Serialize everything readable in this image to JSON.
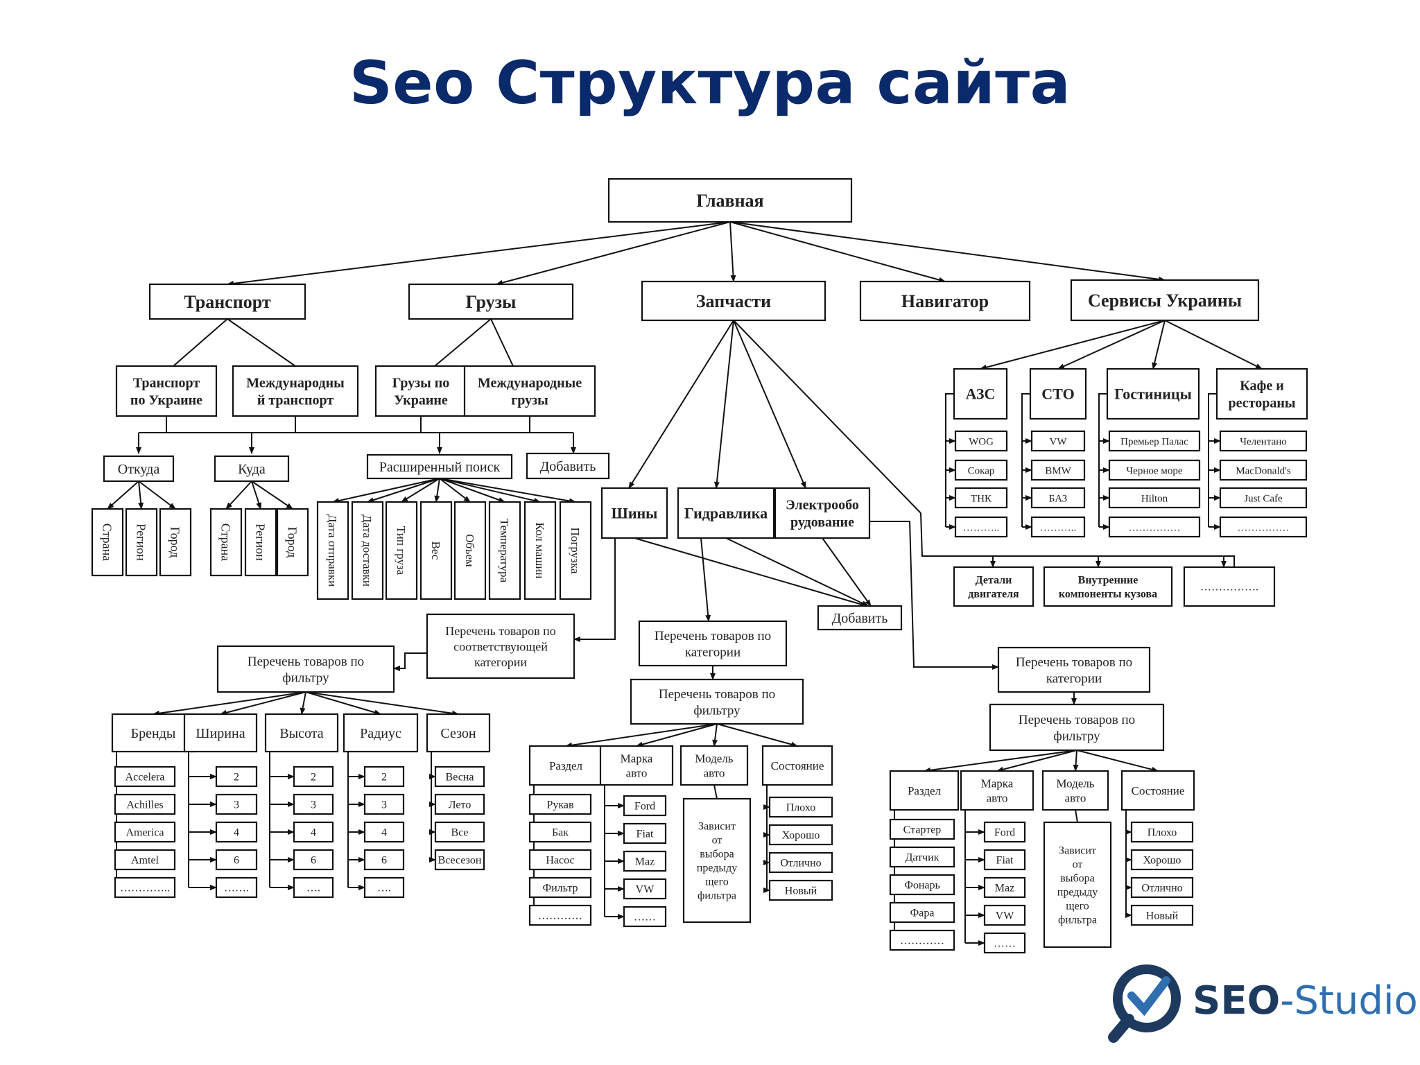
{
  "title": "Seo Структура сайта",
  "colors": {
    "title": "#0b2a6b",
    "logo_dark": "#1e3a5f",
    "logo_light": "#2f6fb0"
  },
  "logo": {
    "icon": "magnifier-check-icon",
    "part1": "SEO",
    "part2": "-Studio"
  },
  "nodes": {
    "root": "Главная",
    "transport": "Транспорт",
    "cargo": "Грузы",
    "parts": "Запчасти",
    "navigator": "Навигатор",
    "services": "Сервисы Украины",
    "transport_ua": "Транспорт по Украине",
    "intl_transport": "Международный транспорт",
    "cargo_ua": "Грузы по Украине",
    "intl_cargo": "Международные грузы",
    "from": "Откуда",
    "to": "Куда",
    "adv_search": "Расширенный поиск",
    "add": "Добавить",
    "from_sub": [
      "Страна",
      "Регион",
      "Город"
    ],
    "to_sub": [
      "Страна",
      "Регион",
      "Город"
    ],
    "adv_sub": [
      "Дата отправки",
      "Дата доставки",
      "Тип груза",
      "Вес",
      "Объем",
      "Температура",
      "Кол машин",
      "Погрузка"
    ],
    "tires": "Шины",
    "hydraulics": "Гидравлика",
    "electro": "Электрооборудование",
    "add2": "Добавить",
    "gas": "АЗС",
    "sto": "СТО",
    "hotels": "Гостиницы",
    "cafes": "Кафе и рестораны",
    "gas_items": [
      "WOG",
      "Сокар",
      "ТНК",
      "……….."
    ],
    "sto_items": [
      "VW",
      "BMW",
      "БАЗ",
      "……….."
    ],
    "hotels_items": [
      "Премьер Палас",
      "Черное море",
      "Hilton",
      "……………"
    ],
    "cafes_items": [
      "Челентано",
      "MacDonald's",
      "Just Cafe",
      "……………"
    ],
    "engine_parts": "Детали двигателя",
    "body_parts": "Внутренние компоненты кузова",
    "dots": "…………….",
    "list_by_category": "Перечень товаров по соответствующей категории",
    "list_by_filter": "Перечень товаров по фильтру",
    "brands": "Бренды",
    "width": "Ширина",
    "height": "Высота",
    "radius": "Радиус",
    "season": "Сезон",
    "brand_items": [
      "Accelera",
      "Achilles",
      "America",
      "Amtel",
      "………….."
    ],
    "width_items": [
      "2",
      "3",
      "4",
      "6",
      "……."
    ],
    "height_items": [
      "2",
      "3",
      "4",
      "6",
      "…."
    ],
    "radius_items": [
      "2",
      "3",
      "4",
      "6",
      "…."
    ],
    "season_items": [
      "Весна",
      "Лето",
      "Все",
      "Всесезон"
    ],
    "hyd_list_cat": "Перечень товаров по категории",
    "hyd_list_filter": "Перечень товаров по фильтру",
    "hyd_section": "Раздел",
    "hyd_brand": "Марка авто",
    "hyd_model": "Модель авто",
    "hyd_state": "Состояние",
    "hyd_section_items": [
      "Рукав",
      "Бак",
      "Насос",
      "Фильтр",
      "…………"
    ],
    "hyd_brand_items": [
      "Ford",
      "Fiat",
      "Maz",
      "VW",
      "……"
    ],
    "hyd_model_text": "Зависит от выбора предыдущего фильтра",
    "hyd_state_items": [
      "Плохо",
      "Хорошо",
      "Отлично",
      "Новый"
    ],
    "el_list_cat": "Перечень товаров по категории",
    "el_list_filter": "Перечень товаров по фильтру",
    "el_section": "Раздел",
    "el_brand": "Марка авто",
    "el_model": "Модель авто",
    "el_state": "Состояние",
    "el_section_items": [
      "Стартер",
      "Датчик",
      "Фонарь",
      "Фара",
      "…………"
    ],
    "el_brand_items": [
      "Ford",
      "Fiat",
      "Maz",
      "VW",
      "……"
    ],
    "el_model_text": "Зависит от выбора предыдущего фильтра",
    "el_state_items": [
      "Плохо",
      "Хорошо",
      "Отлично",
      "Новый"
    ]
  }
}
